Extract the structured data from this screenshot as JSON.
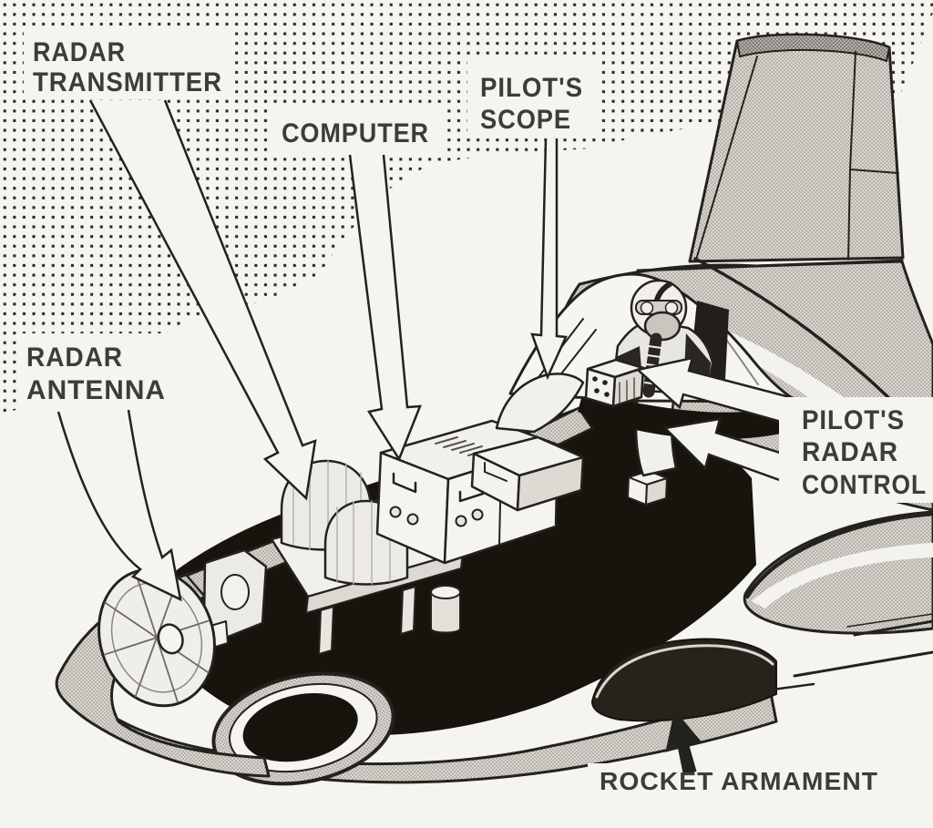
{
  "figure": {
    "kind": "cutaway-illustration",
    "subject": "jet night-fighter radar system cutaway cartoon",
    "labels": {
      "radar_transmitter": {
        "line1": "RADAR",
        "line2": "TRANSMITTER"
      },
      "computer": {
        "line1": "COMPUTER"
      },
      "pilots_scope": {
        "line1": "PILOT'S",
        "line2": "SCOPE"
      },
      "radar_antenna": {
        "line1": "RADAR",
        "line2": "ANTENNA"
      },
      "pilots_radar_control": {
        "line1": "PILOT'S",
        "line2": "RADAR",
        "line3": "CONTROL"
      },
      "rocket_armament": {
        "line1": "ROCKET ARMAMENT"
      }
    },
    "arrows": [
      {
        "name": "radar-transmitter-arrow",
        "style": "hollow-tapered",
        "points_to": "transmitter domes"
      },
      {
        "name": "computer-arrow",
        "style": "hollow-tapered",
        "points_to": "computer unit"
      },
      {
        "name": "pilots-scope-arrow",
        "style": "hollow-thin",
        "points_to": "scope hood in cockpit"
      },
      {
        "name": "radar-antenna-arrow",
        "style": "hollow-curved",
        "points_to": "antenna dish in nose"
      },
      {
        "name": "pilots-radar-control-arrow-upper",
        "style": "hollow-tapered",
        "points_to": "control box beside pilot"
      },
      {
        "name": "pilots-radar-control-arrow-lower",
        "style": "hollow-tapered",
        "points_to": "control duct"
      },
      {
        "name": "rocket-armament-arrow",
        "style": "solid-black",
        "points_to": "rocket pod under fuselage"
      }
    ],
    "colors": {
      "background": "#f6f4f0",
      "halftone_dot": "#2a2a28",
      "ink": "#24221d",
      "label_text": "#3d3c39",
      "airframe_gray": "#d9d6d0",
      "airframe_texture": "#76736c",
      "interior_black": "#17140e",
      "white_fill": "#f6f4f1"
    }
  }
}
